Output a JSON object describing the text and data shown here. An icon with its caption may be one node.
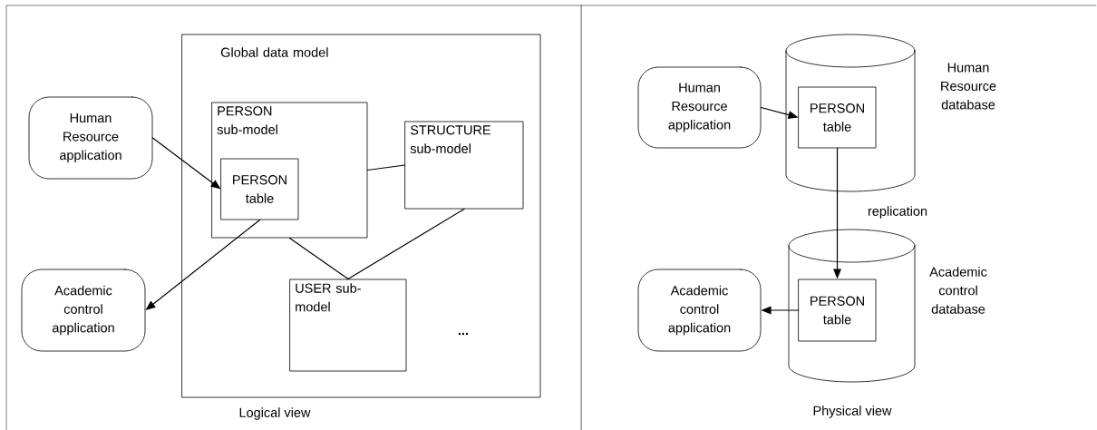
{
  "diagram": {
    "nodes": [
      {
        "text": [
          "Human Resource application"
        ]
      },
      {
        "text": [
          "Academic control application"
        ]
      },
      {
        "text": [
          "Global data model"
        ]
      },
      {
        "text": [
          "PERSON sub-model"
        ],
        "in": 2
      },
      {
        "text": [
          "PERSON table"
        ],
        "in": 3
      },
      {
        "text": [
          "STRUCTURE sub-model"
        ],
        "in": 2
      },
      {
        "text": [
          "USER sub-model"
        ],
        "in": 2
      },
      {
        "text": [
          "Human Resource application"
        ]
      },
      {
        "text": [],
        "shape": "cylinder",
        "beside": [
          "Human Resource database"
        ]
      },
      {
        "text": [
          "PERSON table"
        ],
        "in": 8
      },
      {
        "text": [
          "Academic control application"
        ]
      },
      {
        "text": [],
        "shape": "cylinder",
        "beside": [
          "Academic control database"
        ]
      },
      {
        "text": [
          "PERSON table"
        ],
        "in": 11
      }
    ],
    "edges": [
      {
        "from": 0,
        "to": 4,
        "arrow": "to"
      },
      {
        "from": 4,
        "to": 1,
        "arrow": "to"
      },
      {
        "from": 3,
        "to": 5,
        "arrow": "none"
      },
      {
        "from": 3,
        "to": 6,
        "arrow": "none"
      },
      {
        "from": 5,
        "to": 6,
        "arrow": "none"
      },
      {
        "from": 7,
        "to": 9,
        "arrow": "to"
      },
      {
        "from": 9,
        "to": 12,
        "arrow": "to",
        "label": "replication"
      },
      {
        "from": 12,
        "to": 10,
        "arrow": "to"
      }
    ],
    "labels": [
      "...",
      "Logical view",
      "Physical view"
    ]
  }
}
